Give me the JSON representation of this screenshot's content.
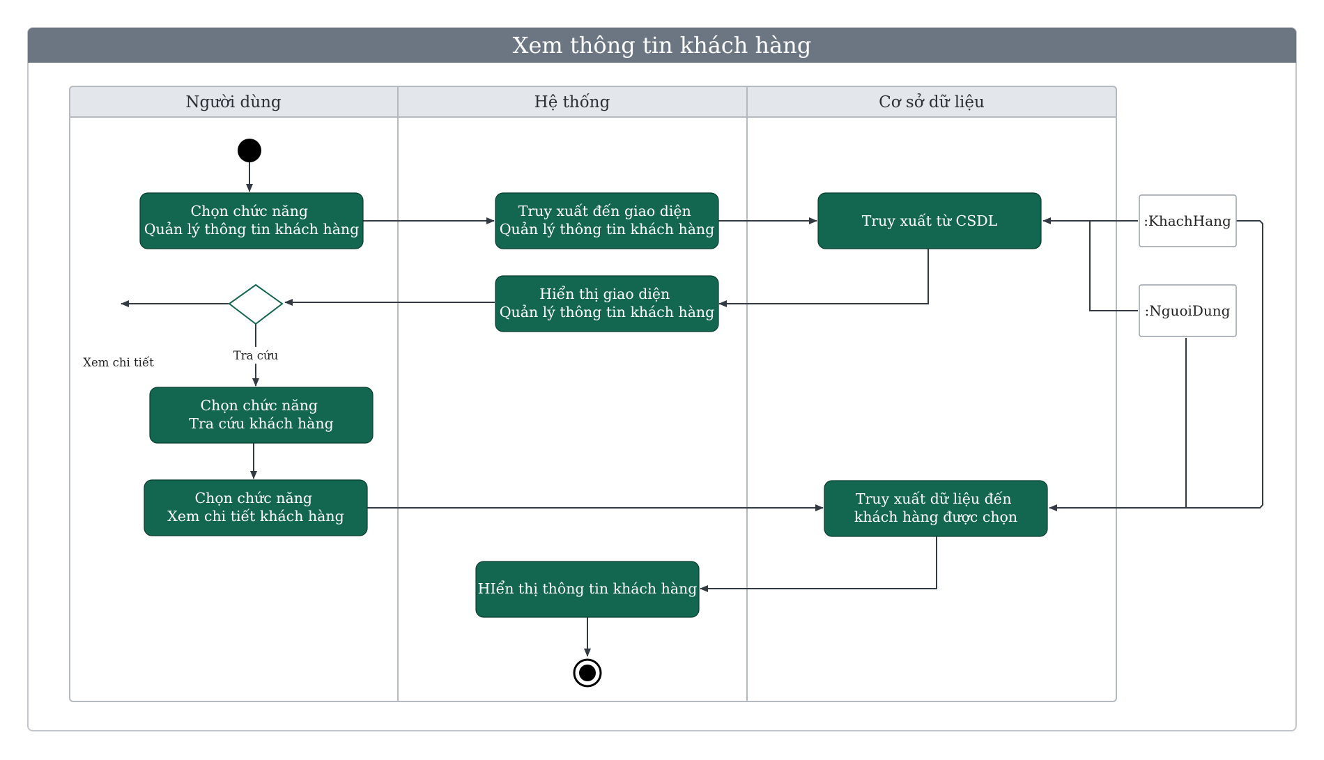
{
  "title": "Xem thông tin khách hàng",
  "lanes": [
    {
      "label": "Người dùng"
    },
    {
      "label": "Hệ thống"
    },
    {
      "label": "Cơ sở dữ liệu"
    }
  ],
  "actions": {
    "chon_ql": {
      "lines": [
        "Chọn chức năng",
        "Quản lý thông tin khách hàng"
      ]
    },
    "truy_xuat_gd": {
      "lines": [
        "Truy xuất đến giao diện",
        "Quản lý thông tin khách hàng"
      ]
    },
    "truy_xuat_csdl": {
      "lines": [
        "Truy xuất từ CSDL"
      ]
    },
    "hien_thi_gd": {
      "lines": [
        "Hiển thị giao diện",
        "Quản lý thông tin khách hàng"
      ]
    },
    "chon_tra_cuu": {
      "lines": [
        "Chọn chức năng",
        "Tra cứu khách hàng"
      ]
    },
    "chon_xem_ct": {
      "lines": [
        "Chọn chức năng",
        "Xem chi tiết khách hàng"
      ]
    },
    "truy_xuat_dl": {
      "lines": [
        "Truy xuất dữ liệu đến",
        "khách hàng được chọn"
      ]
    },
    "hien_thi_tt": {
      "lines": [
        "HIển thị thông tin khách hàng"
      ]
    }
  },
  "objects": {
    "khach_hang": {
      "label": ":KhachHang"
    },
    "nguoi_dung": {
      "label": ":NguoiDung"
    }
  },
  "edge_labels": {
    "tra_cuu": "Tra cứu",
    "xem_chi_tiet": "Xem chi tiết"
  },
  "colors": {
    "title_bar": "#6c7682",
    "lane_header": "#e3e6ea",
    "action_fill": "#13664f",
    "connector": "#333a44"
  }
}
